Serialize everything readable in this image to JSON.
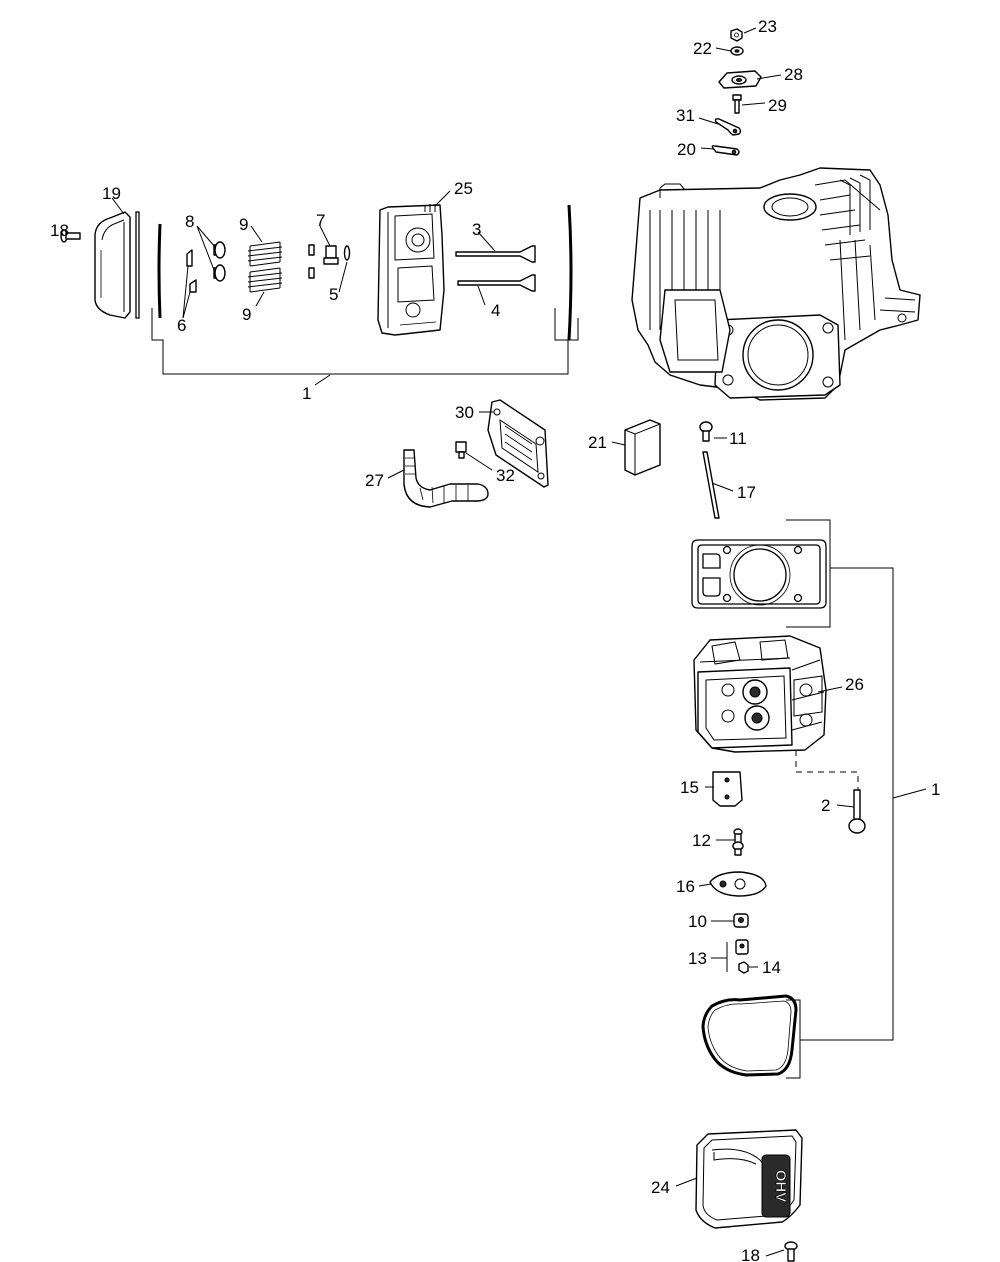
{
  "callouts": {
    "c23": "23",
    "c22": "22",
    "c28": "28",
    "c29": "29",
    "c31": "31",
    "c20": "20",
    "c19": "19",
    "c18a": "18",
    "c8": "8",
    "c9a": "9",
    "c7": "7",
    "c25": "25",
    "c3": "3",
    "c5": "5",
    "c6": "6",
    "c9b": "9",
    "c4": "4",
    "c1a": "1",
    "c30": "30",
    "c21": "21",
    "c11": "11",
    "c27": "27",
    "c32": "32",
    "c17": "17",
    "c26": "26",
    "c15": "15",
    "c2": "2",
    "c1b": "1",
    "c12": "12",
    "c16": "16",
    "c10": "10",
    "c13": "13",
    "c14": "14",
    "c24": "24",
    "c18b": "18"
  },
  "cover_emboss": "OHV"
}
